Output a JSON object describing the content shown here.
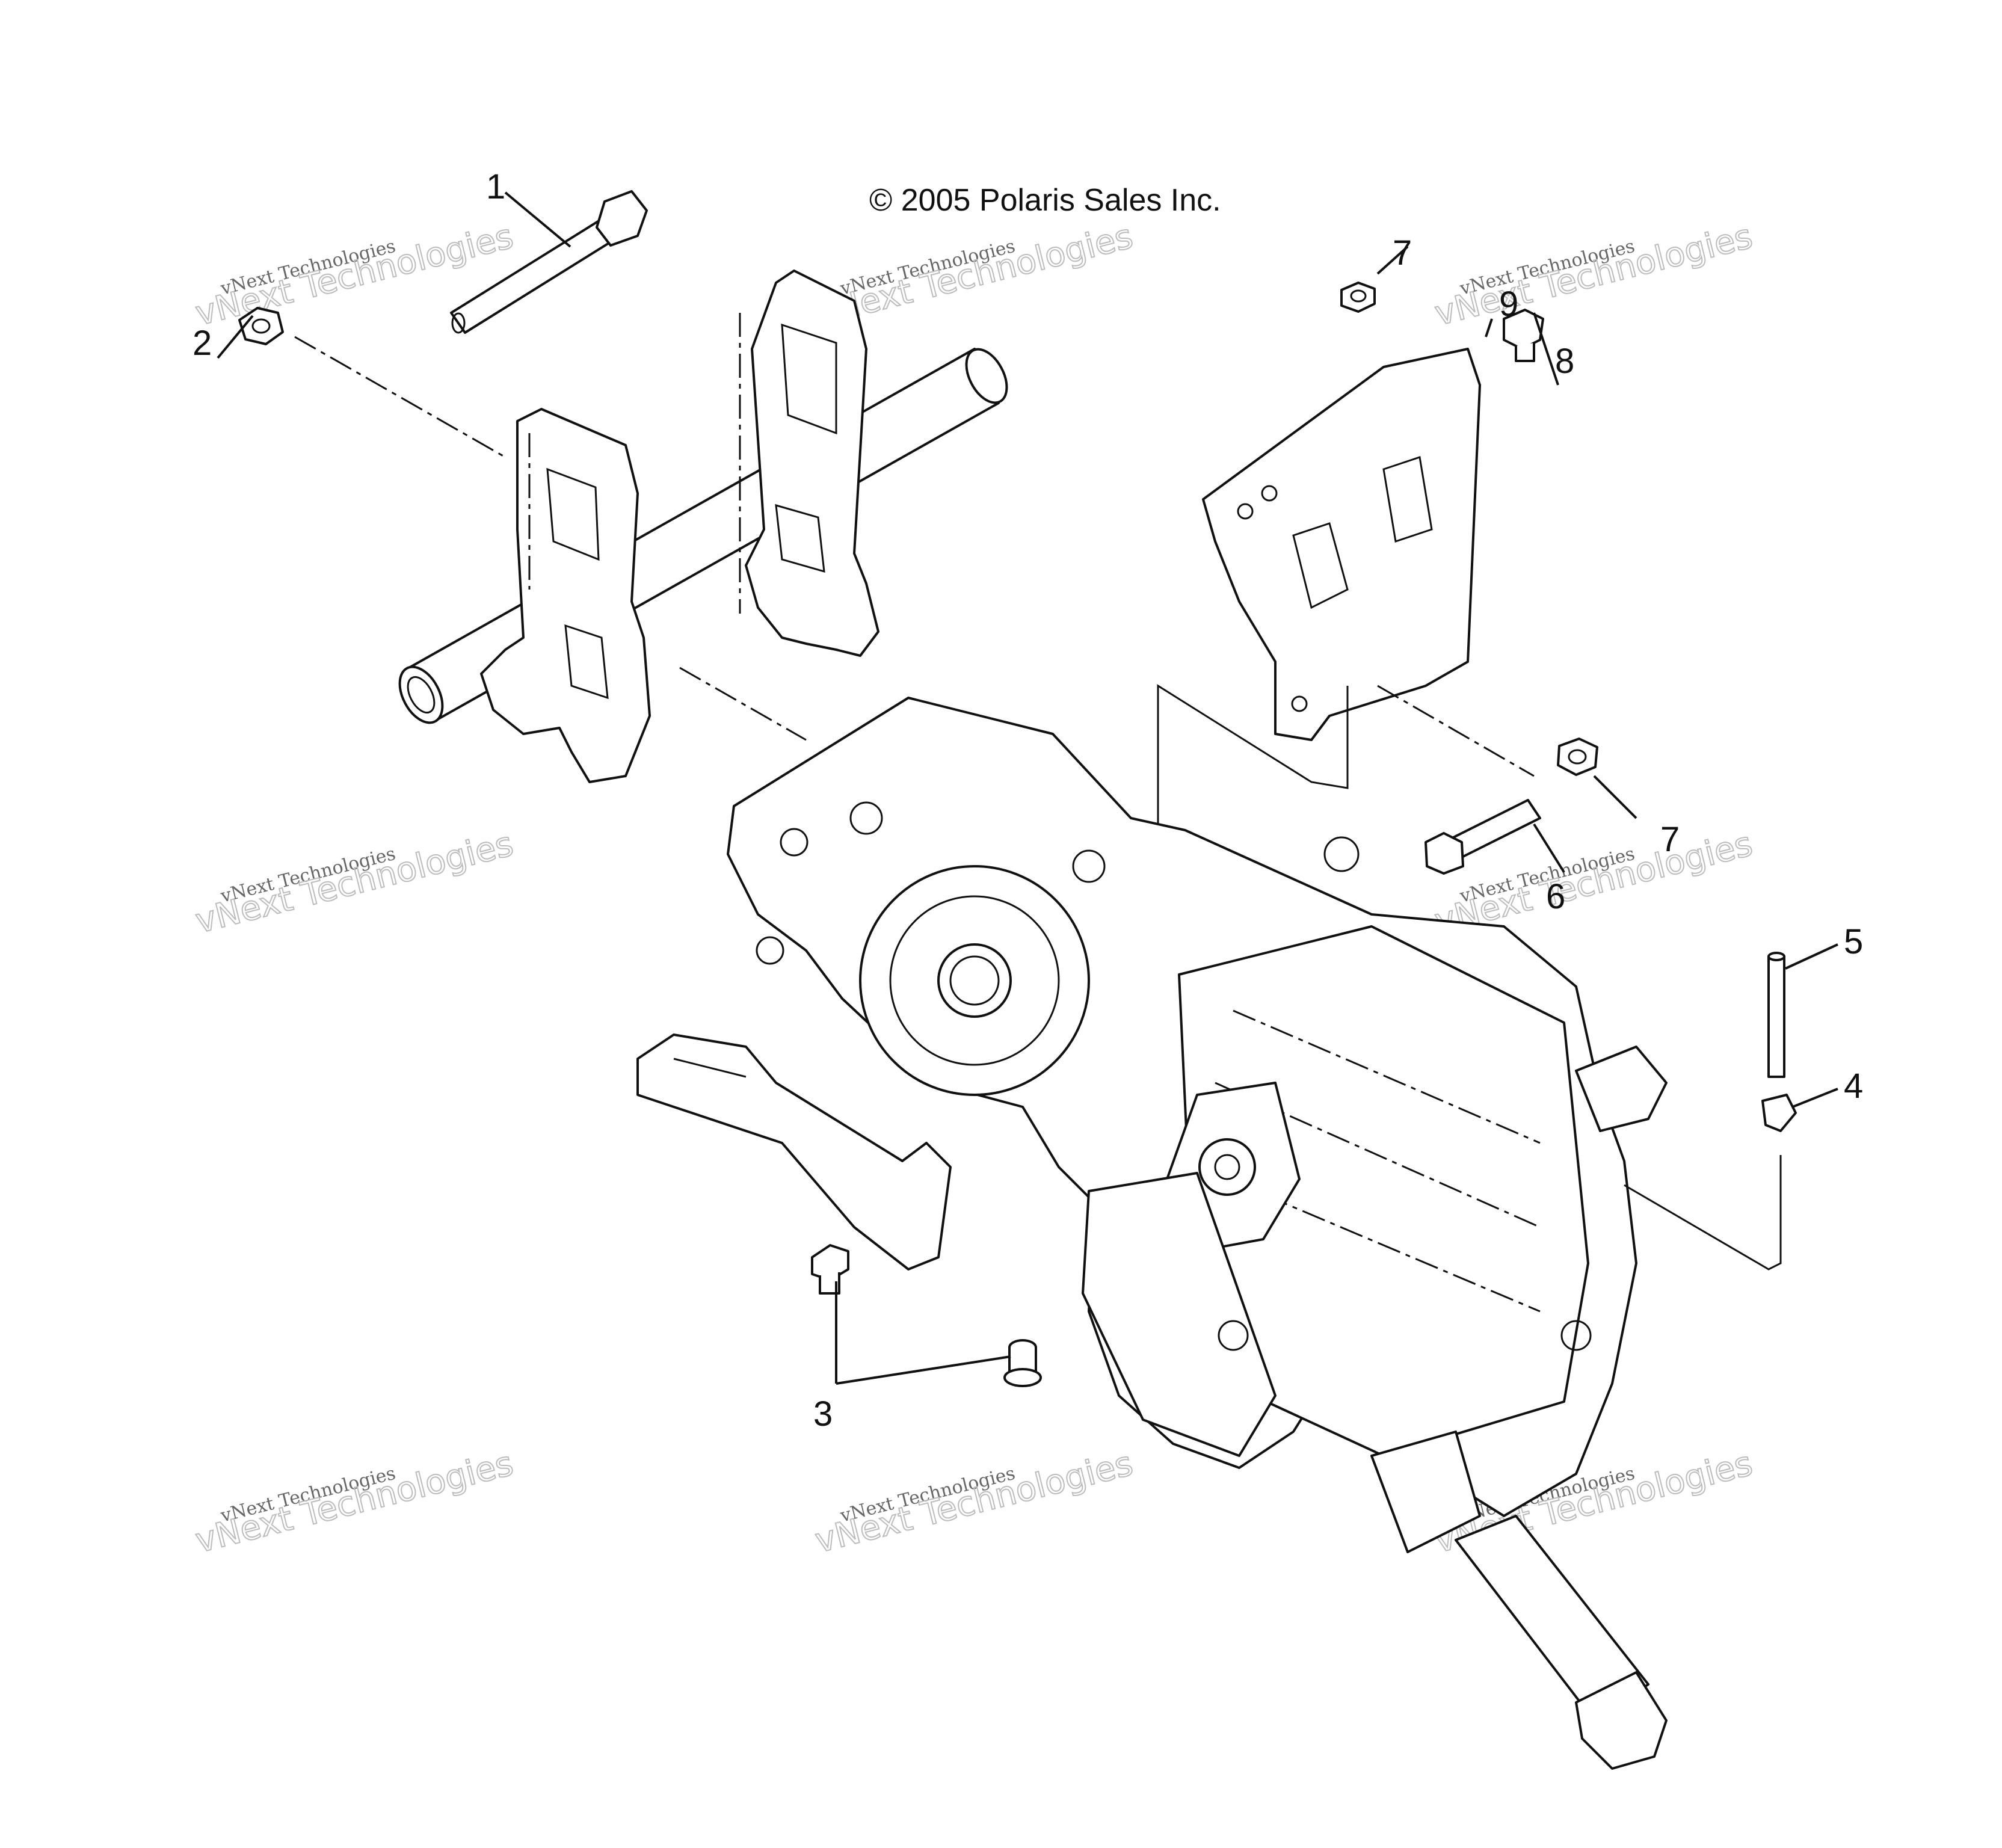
{
  "copyright": "© 2005 Polaris Sales Inc.",
  "watermark": {
    "line1": "vNext Technologies",
    "line2": "vNext Technologies"
  },
  "callouts": [
    {
      "id": "1",
      "label": "1"
    },
    {
      "id": "2",
      "label": "2"
    },
    {
      "id": "3",
      "label": "3"
    },
    {
      "id": "4",
      "label": "4"
    },
    {
      "id": "5",
      "label": "5"
    },
    {
      "id": "6",
      "label": "6"
    },
    {
      "id": "7a",
      "label": "7"
    },
    {
      "id": "7b",
      "label": "7"
    },
    {
      "id": "8",
      "label": "8"
    },
    {
      "id": "9",
      "label": "9"
    }
  ]
}
